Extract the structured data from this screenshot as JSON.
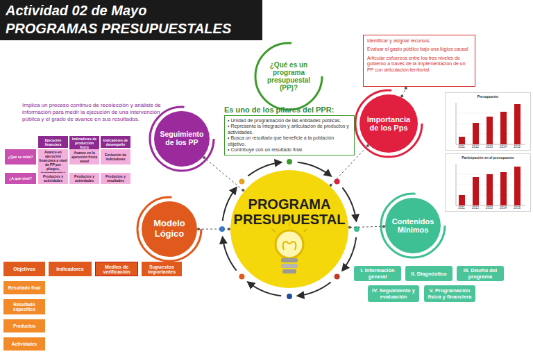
{
  "diagram": {
    "title": "Actividad 02 de Mayo",
    "nodes": [
      {
        "text": [
          "PROGRAMA PRESUPUESTAL"
        ]
      },
      {
        "text": [
          "¿Qué es un programa presupuestal (PP)?"
        ]
      },
      {
        "text": [
          "Es uno de los pilares del PPR:",
          "• Unidad de programación de las entidades públicas.",
          "• Representa la integración y articulación de productos y actividades.",
          "• Busca un resultado que beneficie a la población objetivo.",
          "• Contribuye con un resultado final."
        ]
      },
      {
        "text": [
          "Identificar y asignar recursos",
          "Evaluar el gasto público bajo una lógica causal",
          "Articular esfuerzos entre los tres niveles de gobierno a través de la implementación de un PP con articulación territorial."
        ]
      },
      {
        "text": [
          "Importancia de los Pps"
        ]
      },
      {
        "text": [
          "Presupuesto"
        ]
      },
      {
        "text": [
          "Participación en el presupuesto"
        ]
      },
      {
        "text": [
          "Seguimiento de los PP"
        ]
      },
      {
        "text": [
          "Ejecución financiera"
        ]
      },
      {
        "text": [
          "Indicadores de producción física"
        ]
      },
      {
        "text": [
          "Indicadores de desempeño"
        ]
      },
      {
        "text": [
          "¿Qué se mide?"
        ]
      },
      {
        "text": [
          "Avance en ejecución financiera a nivel de PP por pliegos, departamentos"
        ]
      },
      {
        "text": [
          "Avance en la ejecución física anual"
        ]
      },
      {
        "text": [
          "Evolución de indicadores"
        ]
      },
      {
        "text": [
          "¿A qué nivel?"
        ]
      },
      {
        "text": [
          "Productos y actividades"
        ]
      },
      {
        "text": [
          "Productos y actividades"
        ]
      },
      {
        "text": [
          "Productos y resultados"
        ]
      },
      {
        "text": [
          "Modelo Lógico"
        ]
      },
      {
        "text": [
          "Contenidos Mínimos"
        ]
      },
      {
        "text": [
          "I. Información general"
        ]
      },
      {
        "text": [
          "II. Diagnóstico"
        ]
      },
      {
        "text": [
          "III. Diseño del programa"
        ]
      },
      {
        "text": [
          "IV. Seguimiento y evaluación"
        ]
      },
      {
        "text": [
          "V. Programación física y financiera"
        ]
      },
      {
        "text": [
          "Objetivos"
        ]
      },
      {
        "text": [
          "Indicadores"
        ]
      },
      {
        "text": [
          "Medios de verificación"
        ]
      },
      {
        "text": [
          "Supuestos importantes"
        ]
      },
      {
        "text": [
          "Resultado final"
        ]
      },
      {
        "text": [
          "Resultado específico"
        ]
      },
      {
        "text": [
          "Productos"
        ]
      },
      {
        "text": [
          "Actividades"
        ]
      }
    ],
    "edges": [
      {
        "from": 0,
        "to": 7,
        "arrow": "none"
      },
      {
        "from": 0,
        "to": 4,
        "arrow": "none"
      },
      {
        "from": 0,
        "to": 19,
        "arrow": "none"
      },
      {
        "from": 0,
        "to": 20,
        "arrow": "none"
      },
      {
        "from": 4,
        "to": 3,
        "arrow": "none"
      }
    ],
    "labels": [
      "PROGRAMAS PRESUPUESTALES",
      "Implica un proceso continuo de recolección y análisis de información para medir la ejecución de una intervención pública y el grado de avance en sus resultados.",
      "2011",
      "2012",
      "2013",
      "2014",
      "2015",
      "2011",
      "2012",
      "2013",
      "2014",
      "2015"
    ]
  }
}
